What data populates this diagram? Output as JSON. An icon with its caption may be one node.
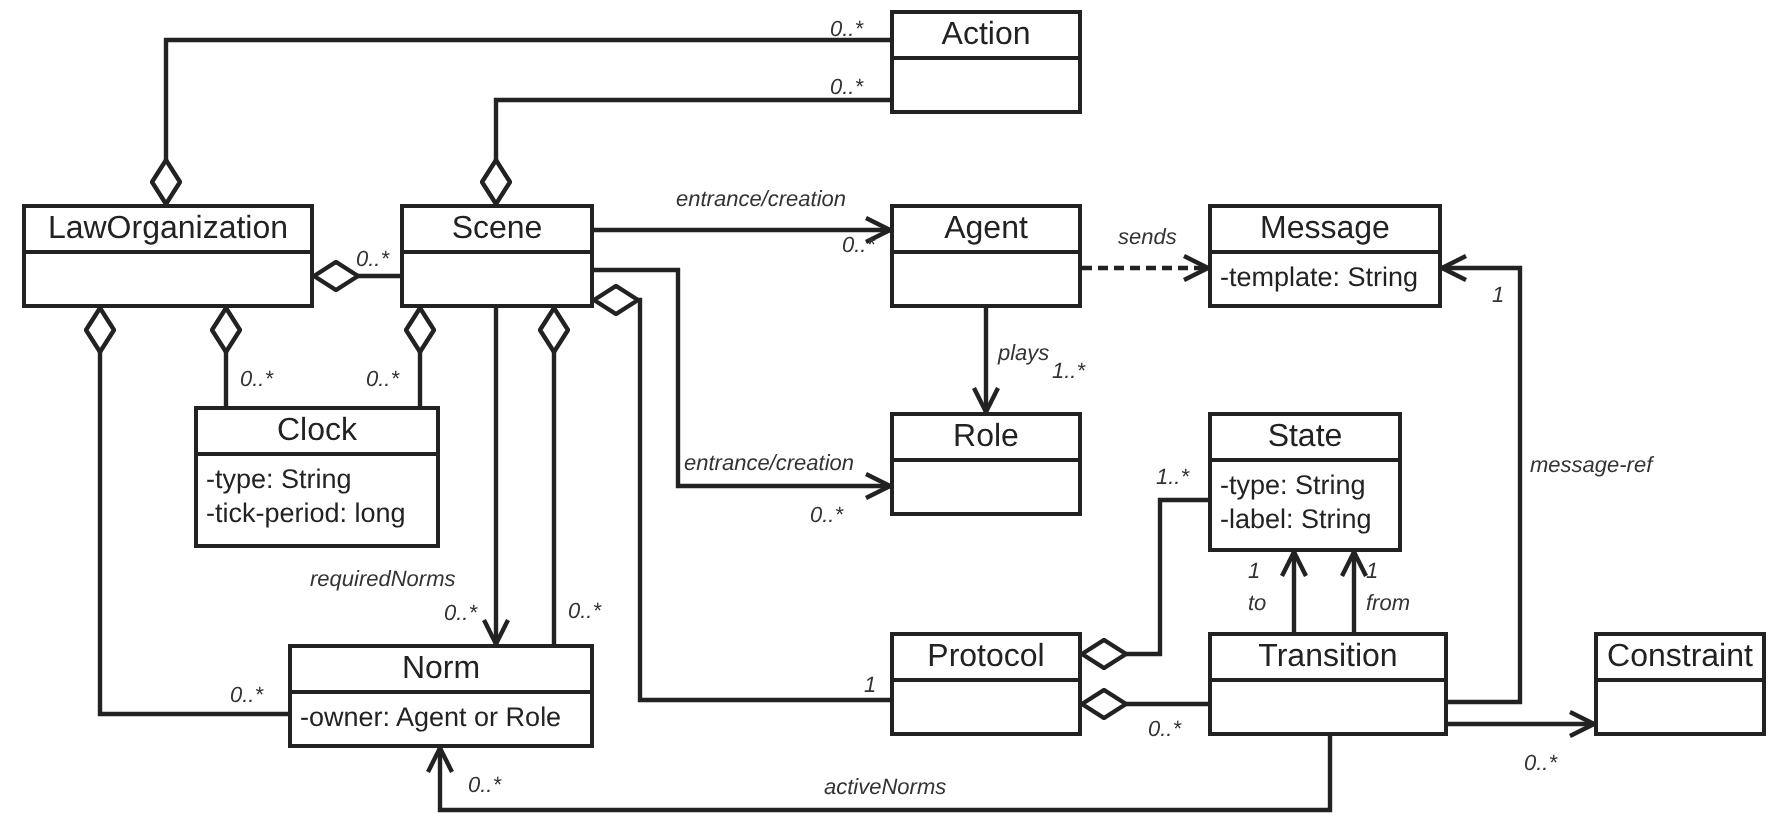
{
  "diagram": {
    "nodes": [
      {
        "text": [
          "Action"
        ]
      },
      {
        "text": [
          "LawOrganization"
        ]
      },
      {
        "text": [
          "Scene"
        ]
      },
      {
        "text": [
          "Agent"
        ]
      },
      {
        "text": [
          "Message",
          "-template: String"
        ]
      },
      {
        "text": [
          "Clock",
          "-type: String",
          "-tick-period: long"
        ]
      },
      {
        "text": [
          "Role"
        ]
      },
      {
        "text": [
          "State",
          "-type: String",
          "-label: String"
        ]
      },
      {
        "text": [
          "Norm",
          "-owner: Agent or Role"
        ]
      },
      {
        "text": [
          "Protocol"
        ]
      },
      {
        "text": [
          "Transition"
        ]
      },
      {
        "text": [
          "Constraint"
        ]
      }
    ],
    "edges": [
      {
        "from": 1,
        "to": 0,
        "arrow": "other",
        "label": "0..*"
      },
      {
        "from": 2,
        "to": 0,
        "arrow": "other",
        "label": "0..*"
      },
      {
        "from": 1,
        "to": 2,
        "arrow": "other",
        "label": "0..*"
      },
      {
        "from": 2,
        "to": 3,
        "arrow": "to",
        "label": "entrance/creation"
      },
      {
        "from": 3,
        "to": 4,
        "arrow": "to",
        "label": "sends",
        "style": "dashed"
      },
      {
        "from": 3,
        "to": 6,
        "arrow": "to",
        "label": "plays"
      },
      {
        "from": 1,
        "to": 5,
        "arrow": "other",
        "label": "0..*"
      },
      {
        "from": 2,
        "to": 5,
        "arrow": "other",
        "label": "0..*"
      },
      {
        "from": 2,
        "to": 6,
        "arrow": "to",
        "label": "entrance/creation"
      },
      {
        "from": 2,
        "to": 8,
        "arrow": "to",
        "label": "requiredNorms"
      },
      {
        "from": 2,
        "to": 8,
        "arrow": "other",
        "label": "0..*"
      },
      {
        "from": 1,
        "to": 8,
        "arrow": "other",
        "label": "0..*"
      },
      {
        "from": 2,
        "to": 9,
        "arrow": "other",
        "label": "1"
      },
      {
        "from": 9,
        "to": 7,
        "arrow": "other",
        "label": "1..*"
      },
      {
        "from": 9,
        "to": 10,
        "arrow": "other",
        "label": "0..*"
      },
      {
        "from": 10,
        "to": 7,
        "arrow": "to",
        "label": "to"
      },
      {
        "from": 10,
        "to": 7,
        "arrow": "to",
        "label": "from"
      },
      {
        "from": 10,
        "to": 4,
        "arrow": "to",
        "label": "message-ref"
      },
      {
        "from": 10,
        "to": 11,
        "arrow": "to",
        "label": "0..*"
      },
      {
        "from": 10,
        "to": 8,
        "arrow": "to",
        "label": "activeNorms"
      }
    ],
    "labels": [
      "0..*",
      "1",
      "1..*",
      "0..*",
      "1",
      "1",
      "0..*",
      "0..*"
    ]
  }
}
